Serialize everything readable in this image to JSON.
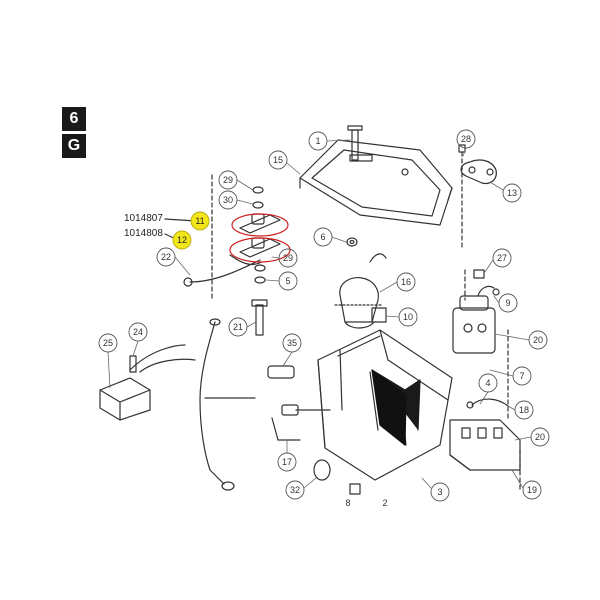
{
  "tabs": [
    "6",
    "G"
  ],
  "part_numbers": [
    "1014807",
    "1014808"
  ],
  "callouts": {
    "c1": "1",
    "c2": "2",
    "c3": "3",
    "c4": "4",
    "c5": "5",
    "c6": "6",
    "c7": "7",
    "c8": "8",
    "c9": "9",
    "c10": "10",
    "c11": "11",
    "c12": "12",
    "c13": "13",
    "c15": "15",
    "c16": "16",
    "c17": "17",
    "c18": "18",
    "c19": "19",
    "c20a": "20",
    "c20b": "20",
    "c21": "21",
    "c22": "22",
    "c24": "24",
    "c25": "25",
    "c27": "27",
    "c28": "28",
    "c29a": "29",
    "c29b": "29",
    "c30": "30",
    "c32": "32",
    "c35": "35"
  },
  "colors": {
    "highlight": "#f2e61b",
    "leader_red": "#cc2020",
    "ink": "#333333"
  }
}
